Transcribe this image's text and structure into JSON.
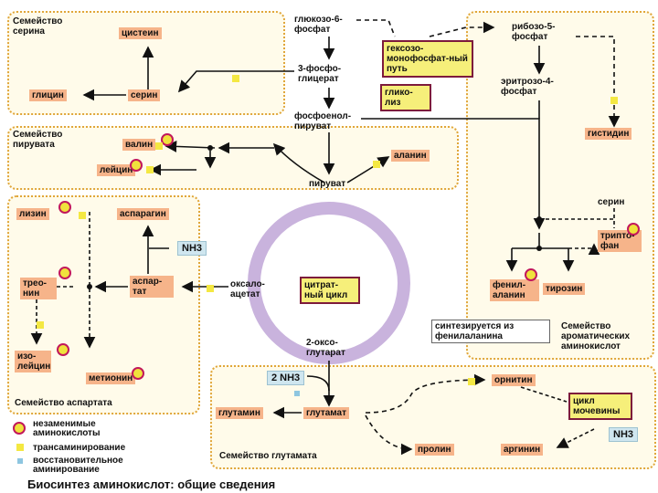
{
  "families": {
    "serine": "Семейство серина",
    "pyruvate": "Семейство пирувата",
    "aspartate": "Семейство аспартата",
    "glutamate": "Семейство глутамата",
    "aromatic": "Семейство ароматических аминокислот"
  },
  "nodes": {
    "glucose6p": "глюкозо-6-фосфат",
    "ribose5p": "рибозо-5-фосфат",
    "erythrose4p": "эритрозо-4-фосфат",
    "phosphoglycerate": "3-фосфо-глицерат",
    "pep": "фосфоенол-пируват",
    "pyruvate": "пируват",
    "oxaloacetate": "оксало-ацетат",
    "oxoglutarate": "2-оксо-глутарат",
    "hexose_path": "гексозо-монофосфат-ный путь",
    "glycolysis": "глико-лиз",
    "citrate_cycle": "цитрат-ный цикл",
    "urea_cycle": "цикл мочевины",
    "serine_src": "серин",
    "nh3": "NH3",
    "two_nh3": "2 NH3"
  },
  "amino_acids": {
    "cysteine": "цистеин",
    "serine": "серин",
    "glycine": "глицин",
    "valine": "валин",
    "leucine": "лейцин",
    "alanine": "аланин",
    "histidine": "гистидин",
    "lysine": "лизин",
    "asparagine": "аспарагин",
    "aspartate": "аспар-тат",
    "threonine": "трео-нин",
    "isoleucine": "изо-лейцин",
    "methionine": "метионин",
    "phenylalanine": "фенил-аланин",
    "tyrosine": "тирозин",
    "tryptophan": "трипто-фан",
    "glutamine": "глутамин",
    "glutamate": "глутамат",
    "ornithine": "орнитин",
    "proline": "пролин",
    "arginine": "аргинин"
  },
  "note_tyrosine": "синтезируется из фенилаланина",
  "legend": {
    "essential": "незаменимые аминокислоты",
    "transamination": "трансаминирование",
    "reductive": "восстановительное аминирование"
  },
  "footer": "Биосинтез аминокислот: общие сведения",
  "colors": {
    "amino_box": "#f6b48a",
    "highlight": "#f6ef7a",
    "frame": "#e0a63a",
    "nh3": "#cfe6ef"
  }
}
